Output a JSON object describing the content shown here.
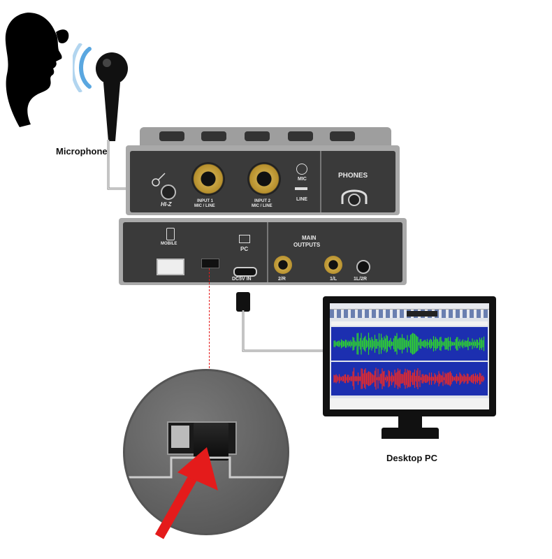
{
  "labels": {
    "microphone": "Microphone",
    "desktop_pc": "Desktop PC"
  },
  "front_panel": {
    "hiz": "HI-Z",
    "input1": "INPUT 1",
    "input1_sub": "MIC / LINE",
    "input2": "INPUT 2",
    "input2_sub": "MIC / LINE",
    "mic": "MIC",
    "line": "LINE",
    "phones": "PHONES"
  },
  "rear_panel": {
    "mobile": "MOBILE",
    "pc": "PC",
    "dc_in": "DC5V IN",
    "main_outputs_1": "MAIN",
    "main_outputs_2": "OUTPUTS",
    "out_2r": "2/R",
    "out_1l": "1/L",
    "out_1l2r": "1L/2R"
  },
  "colors": {
    "waveform_top": "#2fd32f",
    "waveform_bottom": "#e82a2a",
    "track_bg": "#1c2fb0",
    "pointer_arrow": "#e41b1b"
  }
}
